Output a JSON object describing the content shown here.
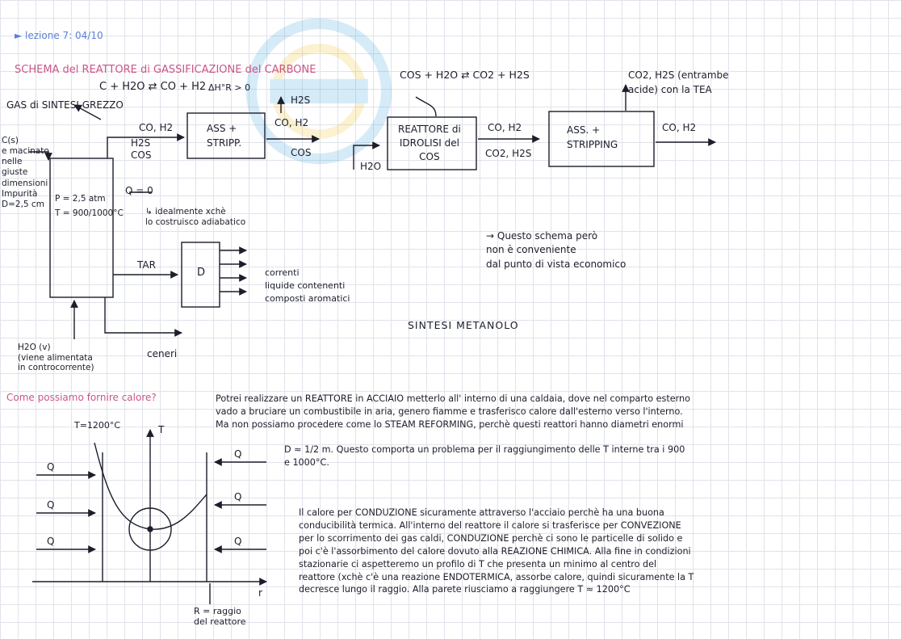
{
  "header": {
    "lesson": "► lezione 7: 04/10"
  },
  "scheme": {
    "title": "SCHEMA del REATTORE di GASSIFICAZIONE del CARBONE",
    "reaction1": "C + H2O ⇄ CO + H2",
    "delta_h": "ΔH°R > 0",
    "gas_label": "GAS di SINTESI GREZZO",
    "feed_left": "C(s)\ne macinato\nnelle\ngiuste\ndimensioni\nImpurità\nD=2,5 cm",
    "reactor_params": "P = 2,5 atm\nT = 900/1000°C",
    "q_zero": "Q = 0",
    "q_note": "↳ idealmente xchè\nlo costruisco adiabatico",
    "out_co_h2": "CO, H2",
    "impurities": "H2S\nCOS",
    "box1_label": "ASS +\nSTRIPP.",
    "box1_top_out": "H2S",
    "stream2_top": "CO, H2",
    "stream2_bottom": "COS",
    "water_in": "H2O",
    "reaction2": "COS + H2O ⇄ CO2 + H2S",
    "box2_label": "REATTORE di\nIDROLISI del\nCOS",
    "stream3_top": "CO, H2",
    "stream3_bottom": "CO2, H2S",
    "box3_label": "ASS. +\nSTRIPPING",
    "acid_out": "CO2, H2S (entrambe\nacide) con la TEA",
    "final_out": "CO, H2",
    "tar": "TAR",
    "d_box": "D",
    "tar_products": "correnti\nliquide contenenti\ncomposti aromatici",
    "steam_in": "H2O (v)\n(viene alimentata\nin controcorrente)",
    "ash_out": "ceneri",
    "economic_note": "→ Questo schema però\nnon è conveniente\ndal punto di vista economico",
    "synthesis": "SINTESI METANOLO"
  },
  "question": {
    "title": "Come possiamo fornire calore?",
    "paragraph1": "Potrei realizzare un REATTORE in ACCIAIO metterlo all' interno di una caldaia, dove nel comparto esterno\nvado a bruciare un combustibile in aria, genero fiamme e trasferisco calore dall'esterno verso l'interno.\nMa non possiamo procedere come lo STEAM REFORMING, perchè questi reattori hanno diametri enormi",
    "paragraph1_cont": "D ≈ 1/2 m. Questo comporta un problema per il raggiungimento delle T interne tra i 900\ne 1000°C.",
    "paragraph2": "Il calore per CONDUZIONE sicuramente attraverso l'acciaio perchè ha una buona\nconducibilità termica. All'interno del reattore il calore si trasferisce per CONVEZIONE\nper lo scorrimento dei gas caldi, CONDUZIONE perchè ci sono le particelle di solido e\npoi c'è l'assorbimento del calore dovuto alla REAZIONE CHIMICA. Alla fine in condizioni\nstazionarie ci aspetteremo un profilo di T che presenta un minimo al centro del\nreattore (xchè c'è una reazione ENDOTERMICA, assorbe calore, quindi sicuramente la T\ndecresce lungo il raggio. Alla parete riusciamo a raggiungere T ≈ 1200°C"
  },
  "plot": {
    "t_label": "T=1200°C",
    "t_axis": "T",
    "r_axis": "r",
    "q": "Q",
    "r_label": "R = raggio\ndel reattore"
  }
}
